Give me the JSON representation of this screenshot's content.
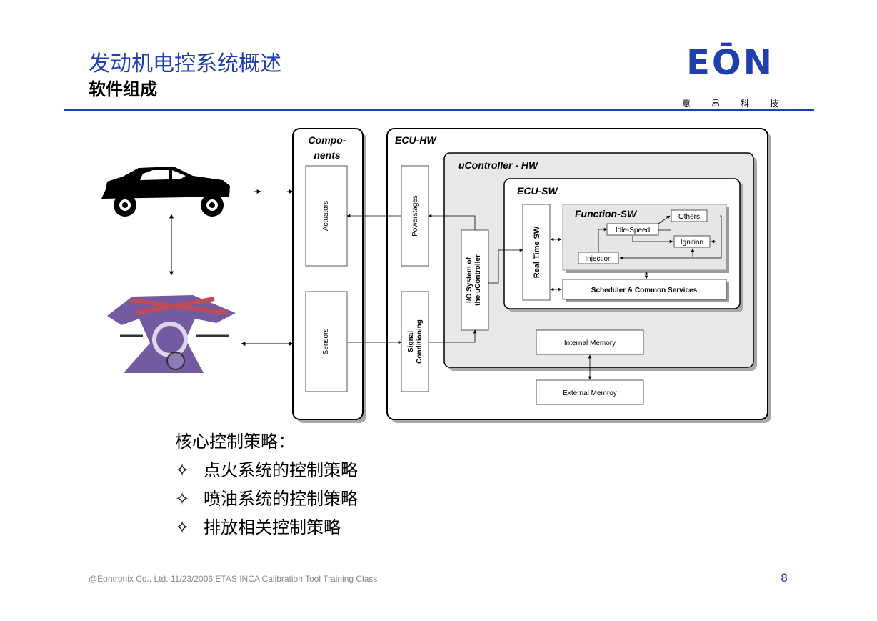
{
  "header": {
    "title": "发动机电控系统概述",
    "subtitle": "软件组成",
    "logo": {
      "word": "EŌN",
      "sub": [
        "意",
        "昂",
        "科",
        "技"
      ]
    }
  },
  "diagram": {
    "components_title_1": "Compo-",
    "components_title_2": "nents",
    "actuators": "Actuators",
    "sensors": "Sensors",
    "ecu_hw": "ECU-HW",
    "powerstages": "Powerstages",
    "signal_1": "Signal",
    "signal_2": "Conditioning",
    "ucontroller_hw": "uController - HW",
    "io_1": "I/O System of",
    "io_2": "the uController",
    "ecu_sw": "ECU-SW",
    "real_time_sw": "Real Time SW",
    "function_sw": "Function-SW",
    "others": "Others",
    "idle_speed": "Idle-Speed",
    "ignition": "Ignition",
    "injection": "Injection",
    "scheduler": "Scheduler & Common Services",
    "internal_memory": "Internal Memory",
    "external_memory": "External Memroy"
  },
  "core": {
    "heading": "核心控制策略：",
    "bullet_symbol": "✧",
    "items": [
      "点火系统的控制策略",
      "喷油系统的控制策略",
      "排放相关控制策略"
    ]
  },
  "footer": {
    "text": "@Eontronix Co., Ltd. 11/23/2006 ETAS INCA Calibration Tool Training Class",
    "page": "8"
  },
  "colors": {
    "brand": "#1f3fae",
    "engine": "#5c3d8f"
  },
  "icons": [
    "car-icon",
    "engine-icon"
  ]
}
